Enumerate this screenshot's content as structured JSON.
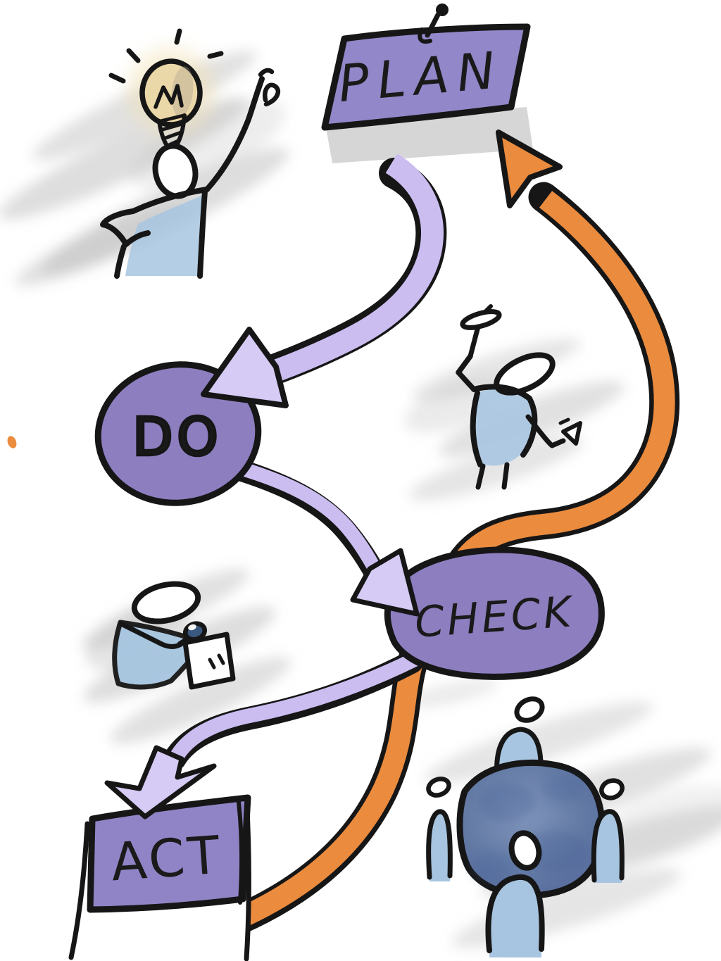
{
  "diagram": {
    "type": "hand-drawn-flow-sketch",
    "topic": "PDCA continuous improvement cycle",
    "nodes": [
      {
        "id": "plan",
        "label": "PLAN",
        "shape": "pinned-sign",
        "fill": "#9287C9"
      },
      {
        "id": "do",
        "label": "DO",
        "shape": "blob",
        "fill": "#8D7EC0"
      },
      {
        "id": "check",
        "label": "CHECK",
        "shape": "blob",
        "fill": "#8D7EC0"
      },
      {
        "id": "act",
        "label": "ACT",
        "shape": "banner-on-pedestal",
        "fill": "#9184C6"
      }
    ],
    "arrows": [
      {
        "from": "plan",
        "to": "do",
        "color": "#CBBDF0",
        "style": "thick-ribbon"
      },
      {
        "from": "do",
        "to": "check",
        "color": "#CBBDF0",
        "style": "thick-ribbon"
      },
      {
        "from": "check",
        "to": "act",
        "color": "#CBBDF0",
        "style": "thick-ribbon"
      },
      {
        "from": "act",
        "to": "plan",
        "color": "#EA8B3E",
        "style": "thick-ribbon-return-loop"
      }
    ],
    "illustrations": [
      {
        "id": "idea-person",
        "desc": "person with glowing lightbulb raising thumb (planning idea)"
      },
      {
        "id": "worker-person",
        "desc": "person bent over hammering (doing work)"
      },
      {
        "id": "inspector-person",
        "desc": "person with magnifying glass reading a note (checking)"
      },
      {
        "id": "meeting-group",
        "desc": "four people around a round blue table (acting / deciding)"
      }
    ],
    "colors": {
      "ink": "#161616",
      "lavender_ribbon": "#CBBDF0",
      "lavender_arrowhead": "#D6CBF4",
      "orange_ribbon": "#EA8B3E",
      "node_purple": "#8D7EC0",
      "sign_purple": "#9287C9",
      "banner_purple": "#9184C6",
      "sketch_blue": "#A7C5E0",
      "table_blue": "#61779F",
      "bulb_yellow": "#EBD8A8",
      "smudge_gray": "#BDBDBD",
      "shadow_gray": "#D6D6D6"
    }
  }
}
